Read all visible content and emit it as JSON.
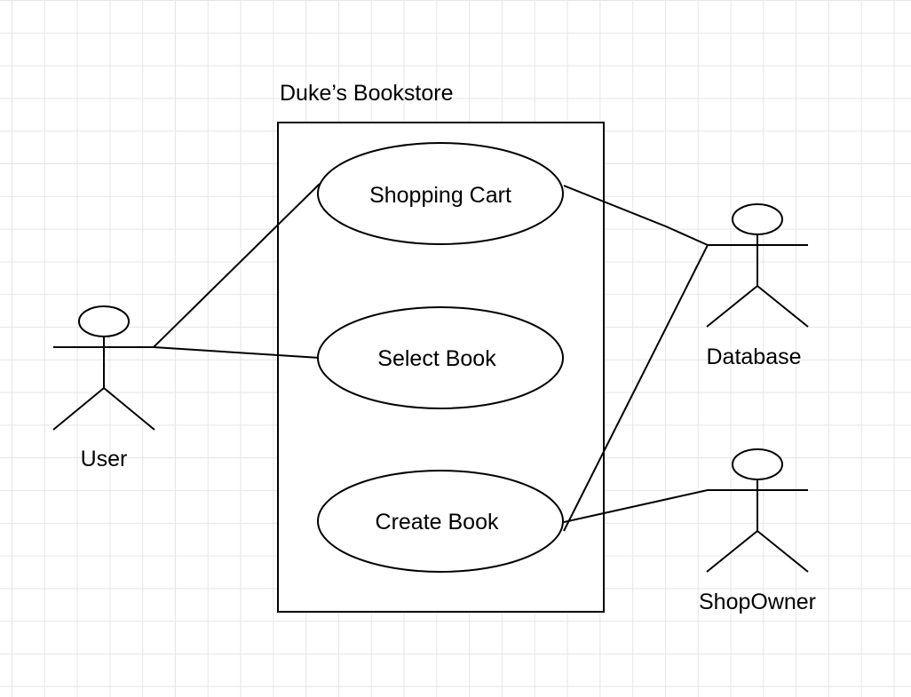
{
  "system": {
    "name": "Duke’s Bookstore"
  },
  "use_cases": {
    "shopping_cart": "Shopping Cart",
    "select_book": "Select Book",
    "create_book": "Create Book"
  },
  "actors": {
    "user": "User",
    "database": "Database",
    "shop_owner": "ShopOwner"
  },
  "colors": {
    "stroke": "#000000",
    "background": "#ffffff",
    "grid": "#e6e6e6"
  }
}
